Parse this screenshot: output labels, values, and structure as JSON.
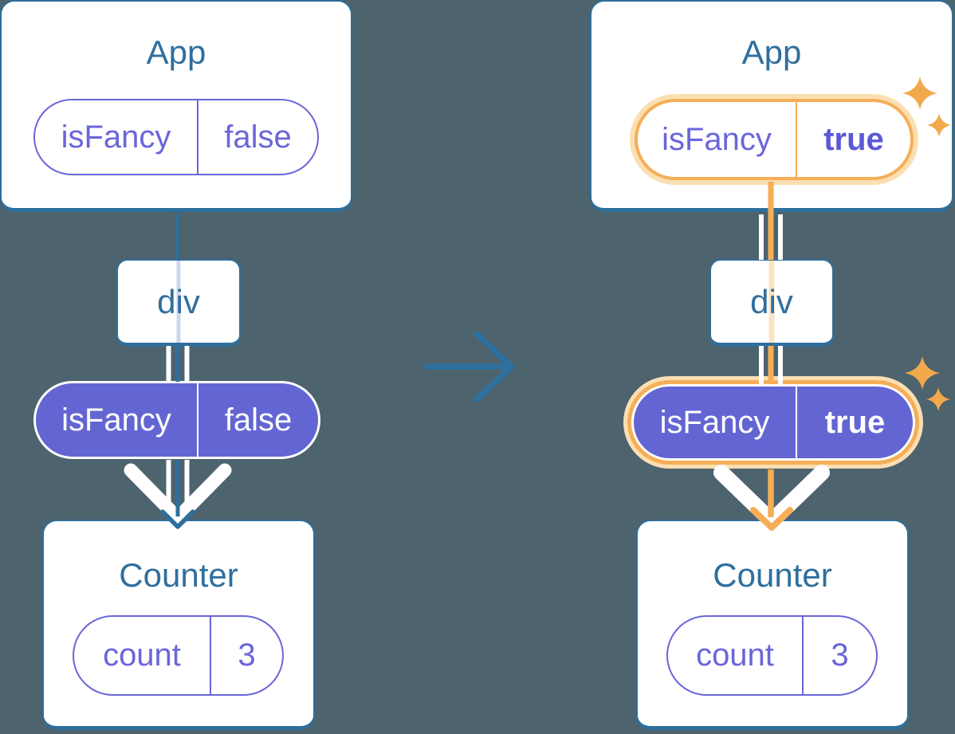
{
  "colors": {
    "background": "#4d636e",
    "card_border": "#2e6f9c",
    "title_text": "#2f6f9e",
    "purple_outline": "#6a66da",
    "purple_fill": "#6366d2",
    "highlight_orange": "#f5ae57",
    "highlight_glow": "#fbdfb2",
    "sparkle_orange": "#f2a94c",
    "arrow_blue": "#2e719f",
    "inner_line_left": "#ccd7ee",
    "inner_line_right": "#fae3c2"
  },
  "left_tree": {
    "app": {
      "title": "App",
      "prop_pill": {
        "name": "isFancy",
        "value": "false"
      }
    },
    "div_node": {
      "label": "div"
    },
    "passed_pill": {
      "name": "isFancy",
      "value": "false"
    },
    "counter": {
      "title": "Counter",
      "state_pill": {
        "name": "count",
        "value": "3"
      }
    }
  },
  "right_tree": {
    "app": {
      "title": "App",
      "prop_pill": {
        "name": "isFancy",
        "value": "true"
      }
    },
    "div_node": {
      "label": "div"
    },
    "passed_pill": {
      "name": "isFancy",
      "value": "true"
    },
    "counter": {
      "title": "Counter",
      "state_pill": {
        "name": "count",
        "value": "3"
      }
    }
  },
  "transition_icon": "right-arrow"
}
